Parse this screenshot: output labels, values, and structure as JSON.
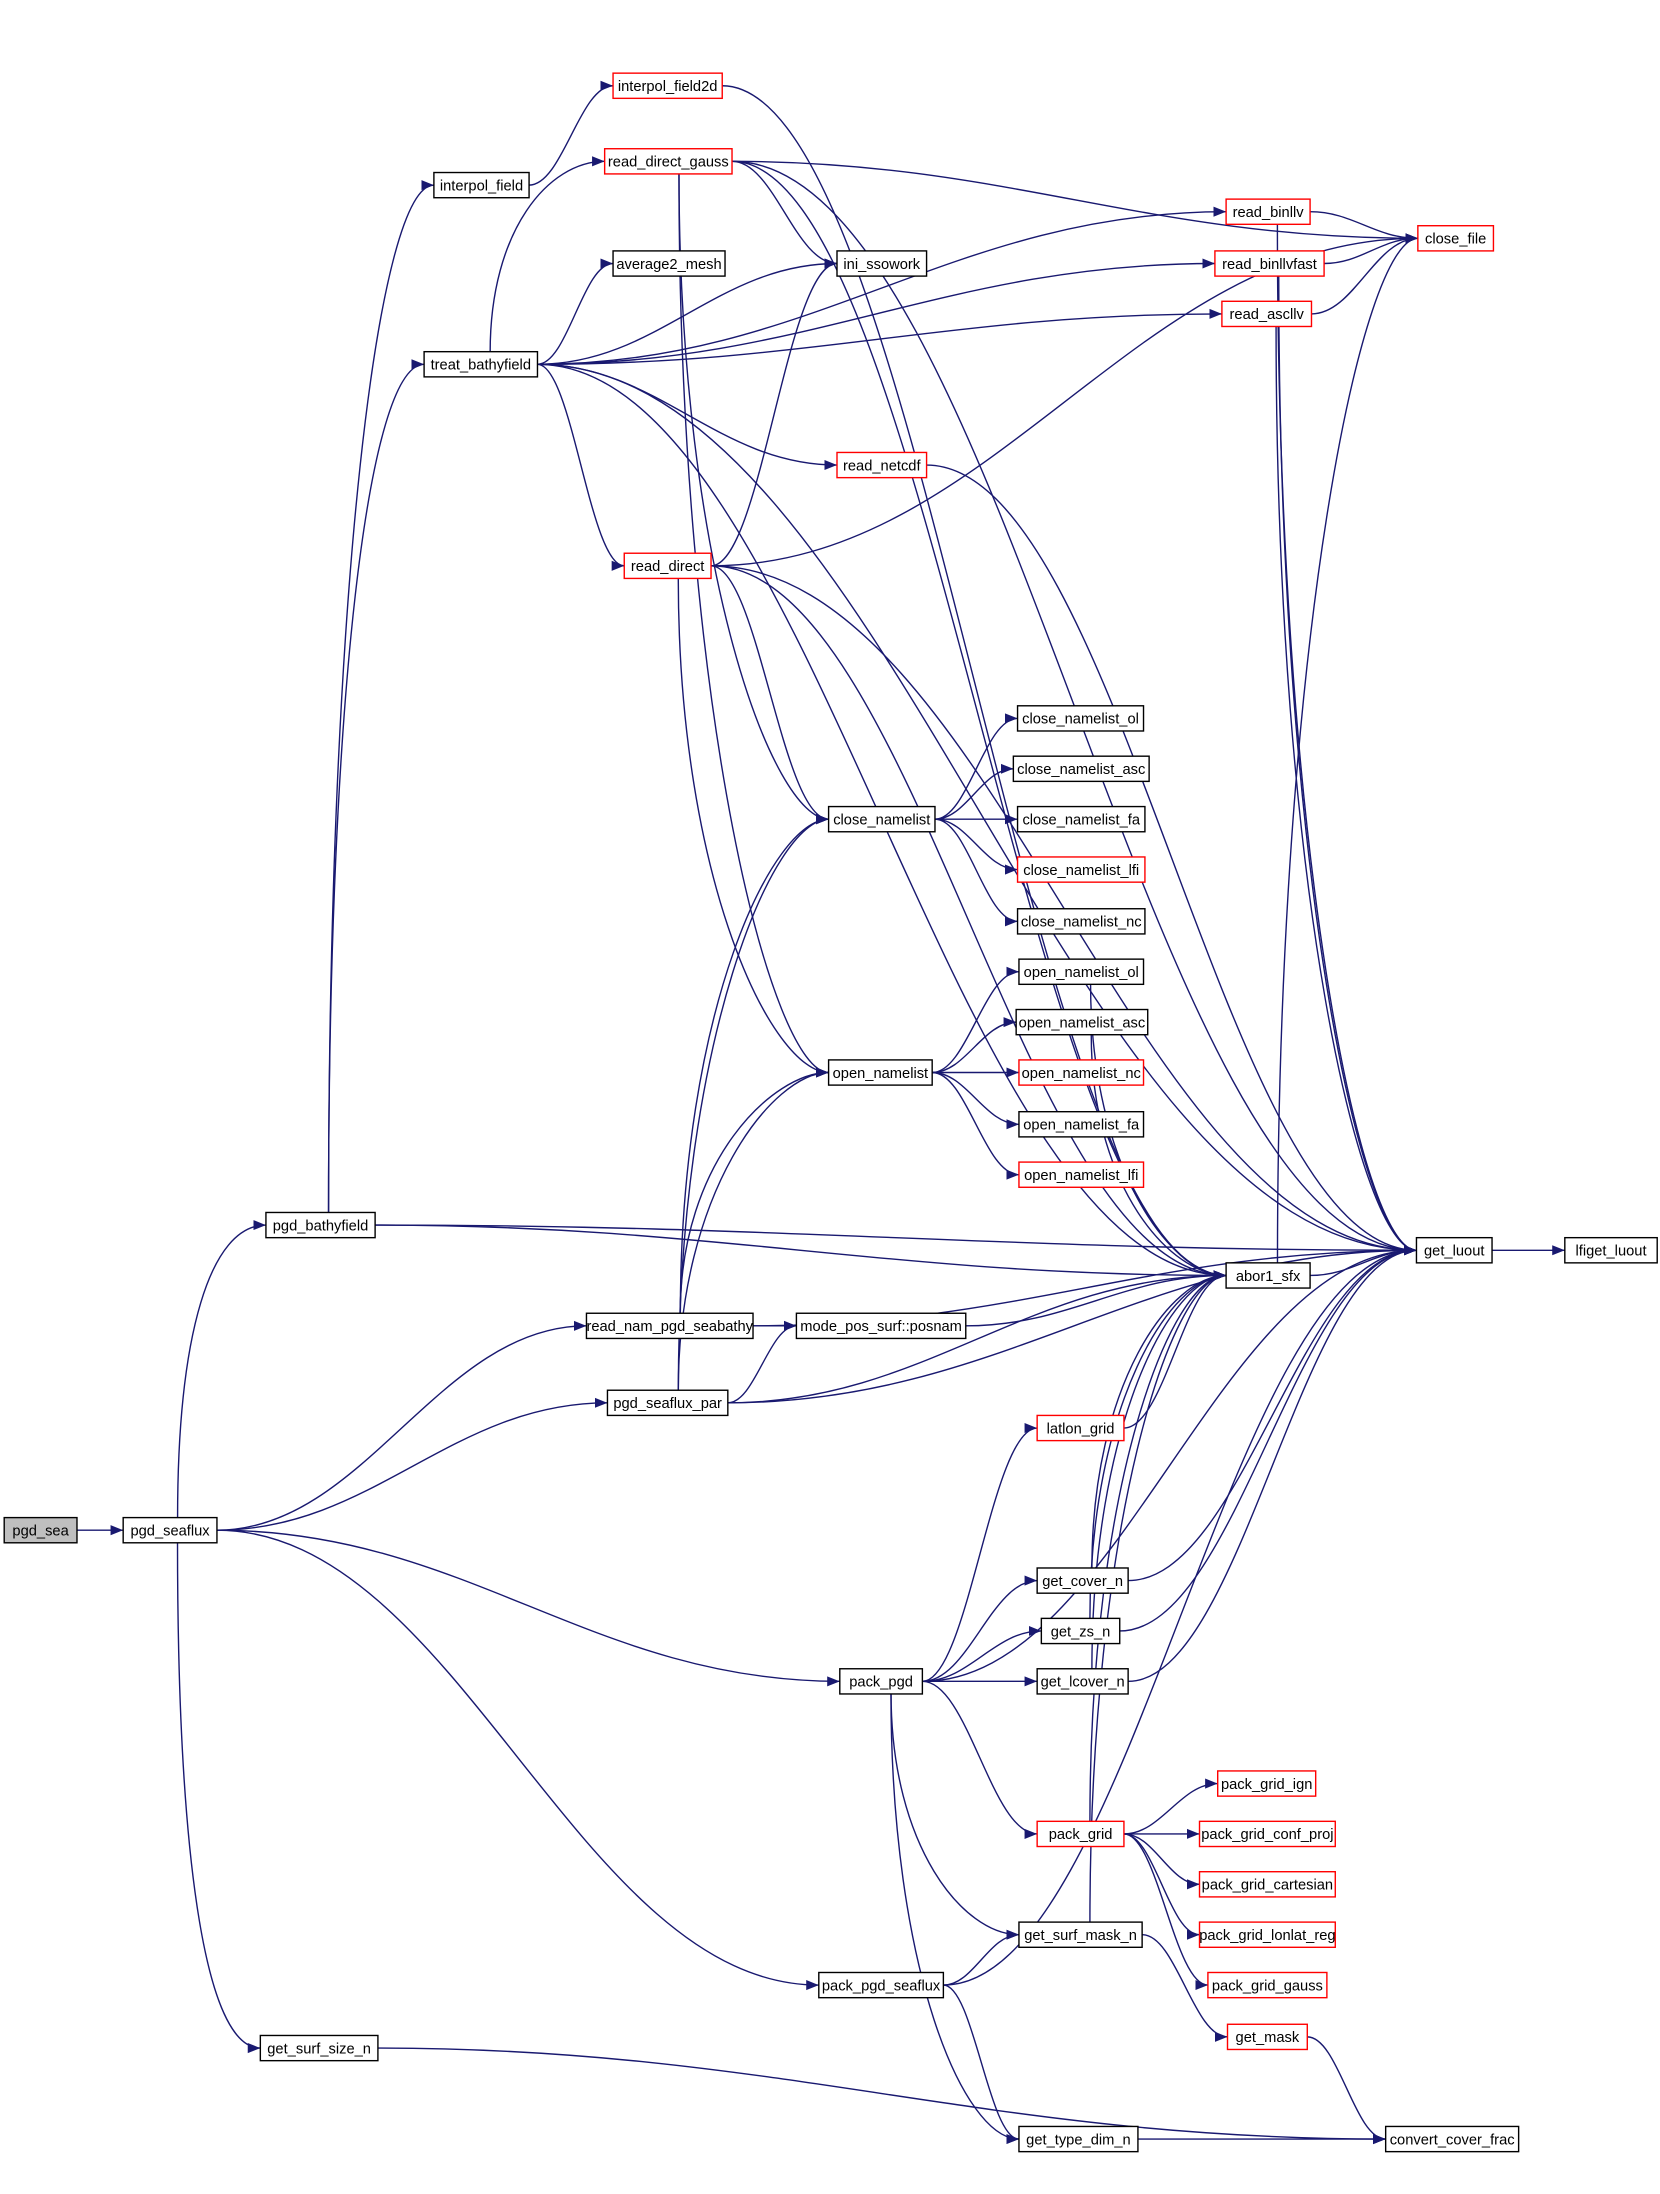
{
  "colors": {
    "edge": "#191970",
    "node_border": "#000000",
    "external_border": "#ff0000",
    "root_fill": "#bfbfbf"
  },
  "nodes": [
    {
      "id": "pgd_sea",
      "label": "pgd_sea",
      "type": "root"
    },
    {
      "id": "pgd_seaflux",
      "label": "pgd_seaflux",
      "type": "normal"
    },
    {
      "id": "pgd_bathyfield",
      "label": "pgd_bathyfield",
      "type": "normal"
    },
    {
      "id": "interpol_field",
      "label": "interpol_field",
      "type": "normal"
    },
    {
      "id": "interpol_field2d",
      "label": "interpol_field2d",
      "type": "red"
    },
    {
      "id": "read_direct_gauss",
      "label": "read_direct_gauss",
      "type": "red"
    },
    {
      "id": "ini_ssowork",
      "label": "ini_ssowork",
      "type": "normal"
    },
    {
      "id": "average2_mesh",
      "label": "average2_mesh",
      "type": "normal"
    },
    {
      "id": "treat_bathyfield",
      "label": "treat_bathyfield",
      "type": "normal"
    },
    {
      "id": "read_netcdf",
      "label": "read_netcdf",
      "type": "red"
    },
    {
      "id": "read_direct",
      "label": "read_direct",
      "type": "red"
    },
    {
      "id": "read_binllv",
      "label": "read_binllv",
      "type": "red"
    },
    {
      "id": "read_binllvfast",
      "label": "read_binllvfast",
      "type": "red"
    },
    {
      "id": "read_ascllv",
      "label": "read_ascllv",
      "type": "red"
    },
    {
      "id": "close_file",
      "label": "close_file",
      "type": "red"
    },
    {
      "id": "close_namelist",
      "label": "close_namelist",
      "type": "normal"
    },
    {
      "id": "close_namelist_ol",
      "label": "close_namelist_ol",
      "type": "normal"
    },
    {
      "id": "close_namelist_asc",
      "label": "close_namelist_asc",
      "type": "normal"
    },
    {
      "id": "close_namelist_fa",
      "label": "close_namelist_fa",
      "type": "normal"
    },
    {
      "id": "close_namelist_lfi",
      "label": "close_namelist_lfi",
      "type": "red"
    },
    {
      "id": "close_namelist_nc",
      "label": "close_namelist_nc",
      "type": "normal"
    },
    {
      "id": "open_namelist_ol",
      "label": "open_namelist_ol",
      "type": "normal"
    },
    {
      "id": "open_namelist_asc",
      "label": "open_namelist_asc",
      "type": "normal"
    },
    {
      "id": "open_namelist",
      "label": "open_namelist",
      "type": "normal"
    },
    {
      "id": "open_namelist_nc",
      "label": "open_namelist_nc",
      "type": "red"
    },
    {
      "id": "open_namelist_fa",
      "label": "open_namelist_fa",
      "type": "normal"
    },
    {
      "id": "open_namelist_lfi",
      "label": "open_namelist_lfi",
      "type": "red"
    },
    {
      "id": "get_luout",
      "label": "get_luout",
      "type": "normal"
    },
    {
      "id": "lfiget_luout",
      "label": "lfiget_luout",
      "type": "normal"
    },
    {
      "id": "abor1_sfx",
      "label": "abor1_sfx",
      "type": "normal"
    },
    {
      "id": "read_nam_pgd_seabathy",
      "label": "read_nam_pgd_seabathy",
      "type": "normal"
    },
    {
      "id": "posnam",
      "label": "mode_pos_surf::posnam",
      "type": "normal"
    },
    {
      "id": "pgd_seaflux_par",
      "label": "pgd_seaflux_par",
      "type": "normal"
    },
    {
      "id": "latlon_grid",
      "label": "latlon_grid",
      "type": "red"
    },
    {
      "id": "get_cover_n",
      "label": "get_cover_n",
      "type": "normal"
    },
    {
      "id": "get_zs_n",
      "label": "get_zs_n",
      "type": "normal"
    },
    {
      "id": "get_lcover_n",
      "label": "get_lcover_n",
      "type": "normal"
    },
    {
      "id": "pack_pgd",
      "label": "pack_pgd",
      "type": "normal"
    },
    {
      "id": "pack_grid",
      "label": "pack_grid",
      "type": "red"
    },
    {
      "id": "pack_grid_ign",
      "label": "pack_grid_ign",
      "type": "red"
    },
    {
      "id": "pack_grid_conf_proj",
      "label": "pack_grid_conf_proj",
      "type": "red"
    },
    {
      "id": "pack_grid_cartesian",
      "label": "pack_grid_cartesian",
      "type": "red"
    },
    {
      "id": "pack_grid_lonlat_reg",
      "label": "pack_grid_lonlat_reg",
      "type": "red"
    },
    {
      "id": "pack_grid_gauss",
      "label": "pack_grid_gauss",
      "type": "red"
    },
    {
      "id": "get_surf_mask_n",
      "label": "get_surf_mask_n",
      "type": "normal"
    },
    {
      "id": "pack_pgd_seaflux",
      "label": "pack_pgd_seaflux",
      "type": "normal"
    },
    {
      "id": "get_mask",
      "label": "get_mask",
      "type": "red"
    },
    {
      "id": "get_surf_size_n",
      "label": "get_surf_size_n",
      "type": "normal"
    },
    {
      "id": "get_type_dim_n",
      "label": "get_type_dim_n",
      "type": "normal"
    },
    {
      "id": "convert_cover_frac",
      "label": "convert_cover_frac",
      "type": "normal"
    }
  ],
  "edges": [
    [
      "pgd_sea",
      "pgd_seaflux"
    ],
    [
      "pgd_seaflux",
      "pgd_bathyfield"
    ],
    [
      "pgd_seaflux",
      "read_nam_pgd_seabathy"
    ],
    [
      "pgd_seaflux",
      "pgd_seaflux_par"
    ],
    [
      "pgd_seaflux",
      "pack_pgd"
    ],
    [
      "pgd_seaflux",
      "pack_pgd_seaflux"
    ],
    [
      "pgd_seaflux",
      "get_surf_size_n"
    ],
    [
      "pgd_bathyfield",
      "interpol_field"
    ],
    [
      "pgd_bathyfield",
      "treat_bathyfield"
    ],
    [
      "pgd_bathyfield",
      "get_luout"
    ],
    [
      "pgd_bathyfield",
      "abor1_sfx"
    ],
    [
      "interpol_field",
      "interpol_field2d"
    ],
    [
      "interpol_field2d",
      "abor1_sfx"
    ],
    [
      "treat_bathyfield",
      "read_binllv"
    ],
    [
      "treat_bathyfield",
      "read_direct_gauss"
    ],
    [
      "treat_bathyfield",
      "ini_ssowork"
    ],
    [
      "treat_bathyfield",
      "average2_mesh"
    ],
    [
      "treat_bathyfield",
      "read_binllvfast"
    ],
    [
      "treat_bathyfield",
      "read_ascllv"
    ],
    [
      "treat_bathyfield",
      "read_netcdf"
    ],
    [
      "treat_bathyfield",
      "read_direct"
    ],
    [
      "treat_bathyfield",
      "get_luout"
    ],
    [
      "treat_bathyfield",
      "abor1_sfx"
    ],
    [
      "read_direct_gauss",
      "close_file"
    ],
    [
      "read_direct_gauss",
      "ini_ssowork"
    ],
    [
      "read_direct_gauss",
      "close_namelist"
    ],
    [
      "read_direct_gauss",
      "open_namelist"
    ],
    [
      "read_direct_gauss",
      "abor1_sfx"
    ],
    [
      "read_direct_gauss",
      "get_luout"
    ],
    [
      "read_direct",
      "ini_ssowork"
    ],
    [
      "read_direct",
      "close_file"
    ],
    [
      "read_direct",
      "close_namelist"
    ],
    [
      "read_direct",
      "open_namelist"
    ],
    [
      "read_direct",
      "abor1_sfx"
    ],
    [
      "read_direct",
      "get_luout"
    ],
    [
      "read_netcdf",
      "get_luout"
    ],
    [
      "read_binllv",
      "close_file"
    ],
    [
      "read_binllv",
      "get_luout"
    ],
    [
      "read_binllvfast",
      "close_file"
    ],
    [
      "read_binllvfast",
      "get_luout"
    ],
    [
      "read_ascllv",
      "close_file"
    ],
    [
      "read_ascllv",
      "get_luout"
    ],
    [
      "close_namelist",
      "close_namelist_ol"
    ],
    [
      "close_namelist",
      "close_namelist_asc"
    ],
    [
      "close_namelist",
      "close_namelist_fa"
    ],
    [
      "close_namelist",
      "close_namelist_lfi"
    ],
    [
      "close_namelist",
      "close_namelist_nc"
    ],
    [
      "open_namelist",
      "open_namelist_ol"
    ],
    [
      "open_namelist",
      "open_namelist_asc"
    ],
    [
      "open_namelist",
      "open_namelist_nc"
    ],
    [
      "open_namelist",
      "open_namelist_fa"
    ],
    [
      "open_namelist",
      "open_namelist_lfi"
    ],
    [
      "open_namelist_ol",
      "abor1_sfx"
    ],
    [
      "open_namelist_asc",
      "abor1_sfx"
    ],
    [
      "abor1_sfx",
      "get_luout"
    ],
    [
      "abor1_sfx",
      "close_file"
    ],
    [
      "get_luout",
      "lfiget_luout"
    ],
    [
      "read_nam_pgd_seabathy",
      "posnam"
    ],
    [
      "read_nam_pgd_seabathy",
      "close_namelist"
    ],
    [
      "read_nam_pgd_seabathy",
      "open_namelist"
    ],
    [
      "read_nam_pgd_seabathy",
      "get_luout"
    ],
    [
      "posnam",
      "abor1_sfx"
    ],
    [
      "pgd_seaflux_par",
      "posnam"
    ],
    [
      "pgd_seaflux_par",
      "close_namelist"
    ],
    [
      "pgd_seaflux_par",
      "open_namelist"
    ],
    [
      "pgd_seaflux_par",
      "abor1_sfx"
    ],
    [
      "pgd_seaflux_par",
      "get_luout"
    ],
    [
      "latlon_grid",
      "abor1_sfx"
    ],
    [
      "pack_pgd",
      "latlon_grid"
    ],
    [
      "pack_pgd",
      "get_cover_n"
    ],
    [
      "pack_pgd",
      "get_zs_n"
    ],
    [
      "pack_pgd",
      "get_lcover_n"
    ],
    [
      "pack_pgd",
      "pack_grid"
    ],
    [
      "pack_pgd",
      "get_surf_mask_n"
    ],
    [
      "pack_pgd",
      "get_type_dim_n"
    ],
    [
      "pack_pgd",
      "get_luout"
    ],
    [
      "get_cover_n",
      "abor1_sfx"
    ],
    [
      "get_cover_n",
      "get_luout"
    ],
    [
      "get_zs_n",
      "abor1_sfx"
    ],
    [
      "get_zs_n",
      "get_luout"
    ],
    [
      "get_lcover_n",
      "abor1_sfx"
    ],
    [
      "get_lcover_n",
      "get_luout"
    ],
    [
      "pack_grid",
      "pack_grid_ign"
    ],
    [
      "pack_grid",
      "pack_grid_conf_proj"
    ],
    [
      "pack_grid",
      "pack_grid_cartesian"
    ],
    [
      "pack_grid",
      "pack_grid_lonlat_reg"
    ],
    [
      "pack_grid",
      "pack_grid_gauss"
    ],
    [
      "pack_grid",
      "abor1_sfx"
    ],
    [
      "get_surf_mask_n",
      "get_mask"
    ],
    [
      "get_surf_mask_n",
      "abor1_sfx"
    ],
    [
      "get_mask",
      "convert_cover_frac"
    ],
    [
      "pack_pgd_seaflux",
      "get_surf_mask_n"
    ],
    [
      "pack_pgd_seaflux",
      "get_type_dim_n"
    ],
    [
      "pack_pgd_seaflux",
      "get_luout"
    ],
    [
      "get_type_dim_n",
      "convert_cover_frac"
    ],
    [
      "get_surf_size_n",
      "convert_cover_frac"
    ]
  ]
}
